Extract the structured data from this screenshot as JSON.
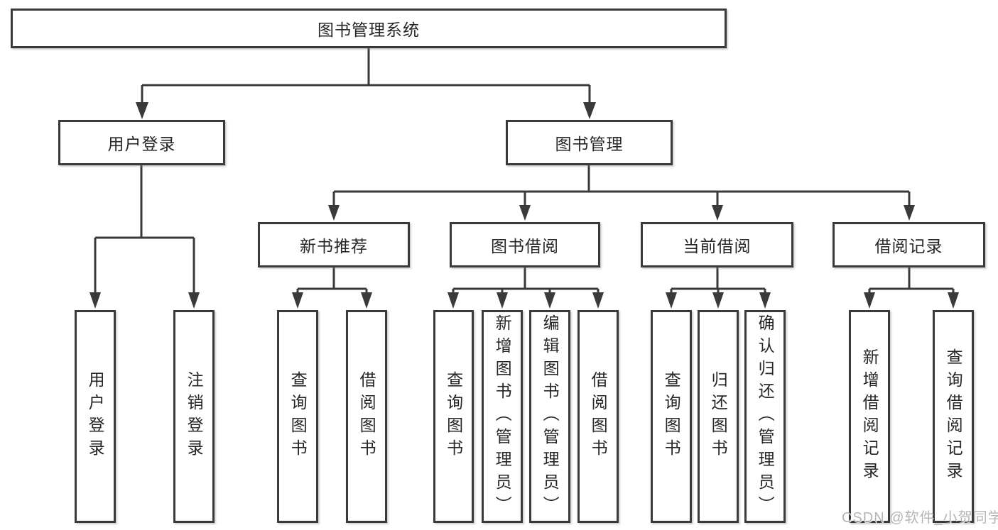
{
  "watermark": "CSDN @软件_小贺同学",
  "colors": {
    "line": "#3a3a3a",
    "text": "#262626",
    "background": "#ffffff",
    "watermark": "#b5b5b5"
  },
  "tree": {
    "label": "图书管理系统",
    "children": [
      {
        "label": "用户登录",
        "children": [
          {
            "label": "用户登录"
          },
          {
            "label": "注销登录"
          }
        ]
      },
      {
        "label": "图书管理",
        "children": [
          {
            "label": "新书推荐",
            "children": [
              {
                "label": "查询图书"
              },
              {
                "label": "借阅图书"
              }
            ]
          },
          {
            "label": "图书借阅",
            "children": [
              {
                "label": "查询图书"
              },
              {
                "label": "新增图书（管理员）"
              },
              {
                "label": "编辑图书（管理员）"
              },
              {
                "label": "借阅图书"
              }
            ]
          },
          {
            "label": "当前借阅",
            "children": [
              {
                "label": "查询图书"
              },
              {
                "label": "归还图书"
              },
              {
                "label": "确认归还（管理员）"
              }
            ]
          },
          {
            "label": "借阅记录",
            "children": [
              {
                "label": "新增借阅记录"
              },
              {
                "label": "查询借阅记录"
              }
            ]
          }
        ]
      }
    ]
  }
}
